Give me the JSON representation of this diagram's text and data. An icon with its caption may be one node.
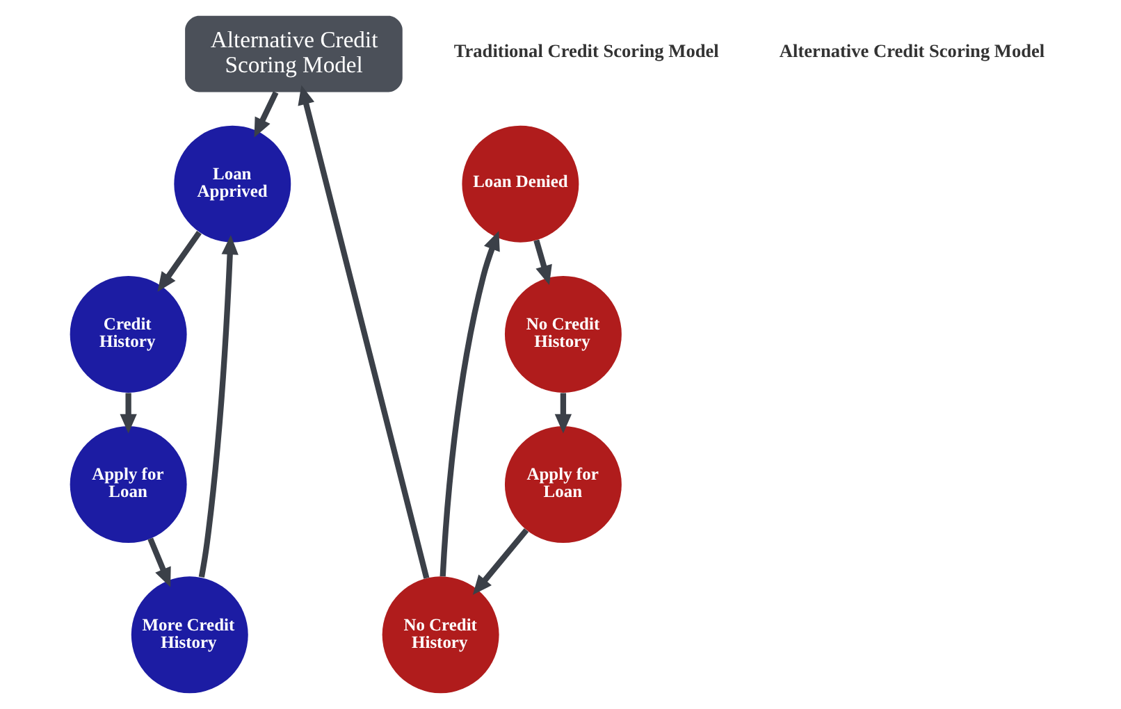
{
  "diagram": {
    "nodes": [
      {
        "text": [
          "Alternative Credit Scoring Model"
        ]
      },
      {
        "text": [
          "No Credit History"
        ]
      },
      {
        "text": [
          "Loan Denied"
        ]
      },
      {
        "text": [
          "No Credit History"
        ]
      },
      {
        "text": [
          "Apply for Loan"
        ]
      },
      {
        "text": [
          "Loan Apprived"
        ]
      },
      {
        "text": [
          "Credit History"
        ]
      },
      {
        "text": [
          "Apply for Loan"
        ]
      },
      {
        "text": [
          "More Credit History"
        ]
      }
    ],
    "edges": [
      {
        "from": 1,
        "to": 0,
        "arrow": "to"
      },
      {
        "from": 0,
        "to": 5,
        "arrow": "to"
      },
      {
        "from": 1,
        "to": 2,
        "arrow": "to"
      },
      {
        "from": 2,
        "to": 3,
        "arrow": "to"
      },
      {
        "from": 3,
        "to": 4,
        "arrow": "to"
      },
      {
        "from": 4,
        "to": 1,
        "arrow": "to"
      },
      {
        "from": 5,
        "to": 6,
        "arrow": "to"
      },
      {
        "from": 6,
        "to": 7,
        "arrow": "to"
      },
      {
        "from": 7,
        "to": 8,
        "arrow": "to"
      },
      {
        "from": 8,
        "to": 5,
        "arrow": "to"
      }
    ],
    "labels": [
      "Traditional Credit Scoring Model",
      "Alternative Credit Scoring Model"
    ]
  }
}
